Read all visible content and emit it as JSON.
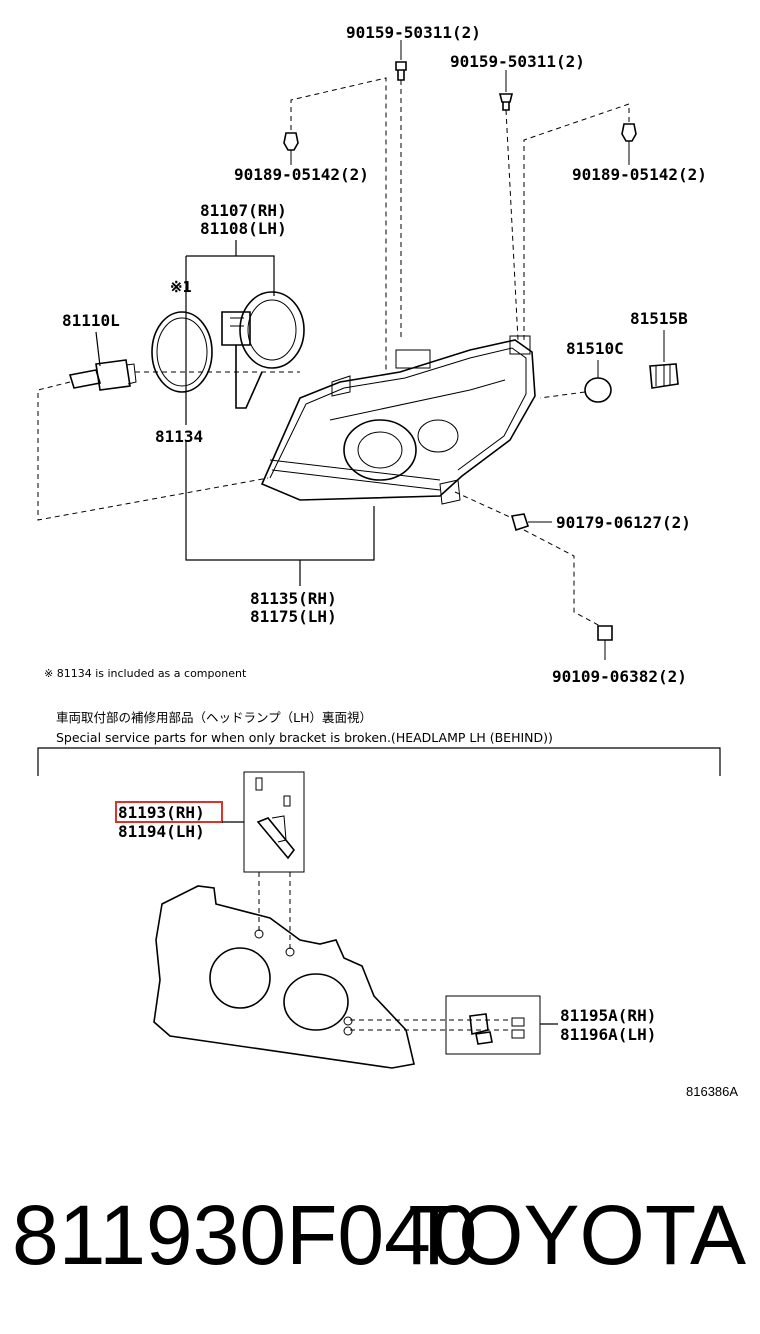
{
  "labels": {
    "bolt_90159_left": "90159-50311(2)",
    "bolt_90159_right": "90159-50311(2)",
    "clip_90189_left": "90189-05142(2)",
    "clip_90189_right": "90189-05142(2)",
    "unit_81107": "81107(RH)",
    "unit_81108": "81108(LH)",
    "note_marker": "※1",
    "bulb_81110L": "81110L",
    "socket_81515B": "81515B",
    "cap_81510C": "81510C",
    "gasket_81134": "81134",
    "nut_90179": "90179-06127(2)",
    "headlamp_81135": "81135(RH)",
    "headlamp_81175": "81175(LH)",
    "screw_90109": "90109-06382(2)",
    "bracket_81193": "81193(RH)",
    "bracket_81194": "81194(LH)",
    "bracket_81195A": "81195A(RH)",
    "bracket_81196A": "81196A(LH)"
  },
  "notes": {
    "component_note": "※ 81134 is included as a component",
    "section_jp": "車両取付部の補修用部品（ヘッドランプ（LH）裏面視）",
    "section_en": "Special service parts for when only bracket is broken.(HEADLAMP LH (BEHIND))",
    "diagram_ref": "816386A"
  },
  "caption": {
    "part_number": "811930F040",
    "brand": "TOYOTA"
  },
  "highlight_color": "#d9342b"
}
